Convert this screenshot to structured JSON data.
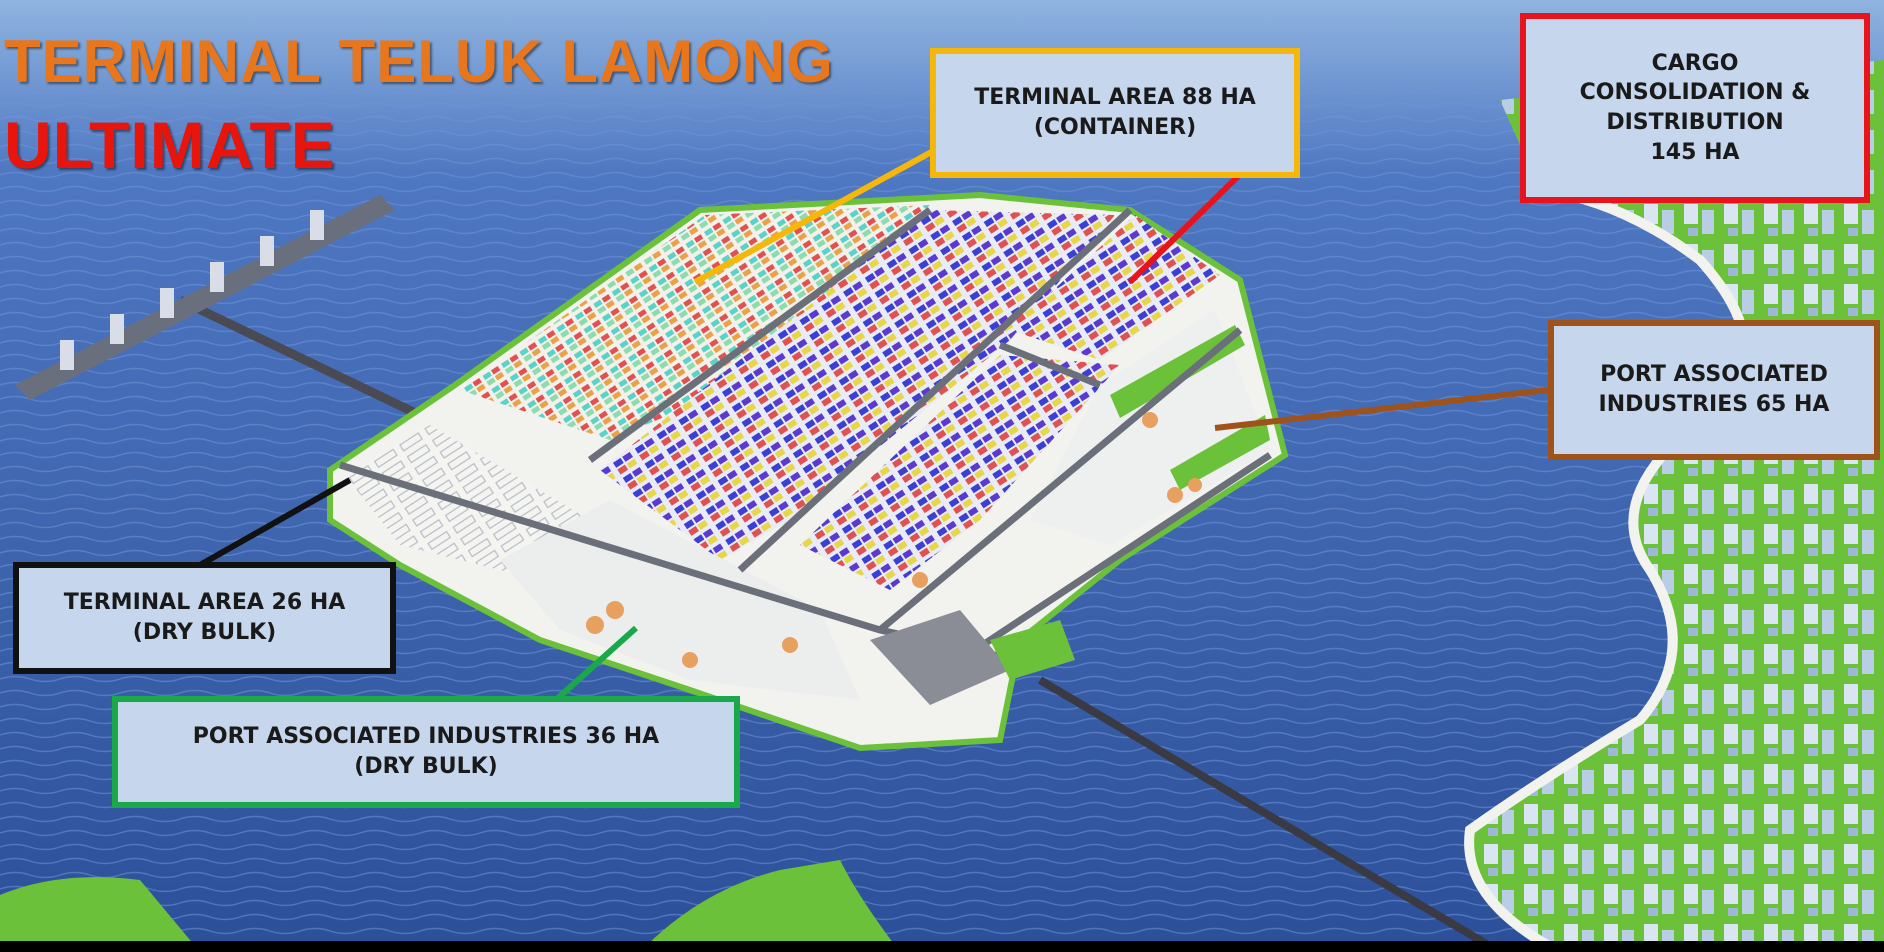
{
  "header": {
    "title_line1": "TERMINAL TELUK LAMONG",
    "title_line2": "ULTIMATE"
  },
  "callouts": {
    "terminal_container": {
      "line1": "TERMINAL AREA 88 HA",
      "line2": "(CONTAINER)",
      "border_color": "#f5b80a"
    },
    "cargo_consolidation": {
      "line1": "CARGO",
      "line2": "CONSOLIDATION &",
      "line3": "DISTRIBUTION",
      "line4": "145 HA",
      "border_color": "#e8141b"
    },
    "port_industries_65": {
      "line1": "PORT ASSOCIATED",
      "line2": "INDUSTRIES 65 HA",
      "border_color": "#a0521b"
    },
    "terminal_dry_bulk": {
      "line1": "TERMINAL AREA 26 HA",
      "line2": "(DRY BULK)",
      "border_color": "#111111"
    },
    "port_industries_36": {
      "line1": "PORT ASSOCIATED INDUSTRIES 36 HA",
      "line2": "(DRY BULK)",
      "border_color": "#1aa84a"
    }
  },
  "colors": {
    "sea": "#3c5fa6",
    "land": "#6cc13a",
    "terminal_surface": "#f2f2ee",
    "container_blue": "#3b3fd4",
    "container_red": "#e05252",
    "container_teal": "#5ad2c8"
  }
}
